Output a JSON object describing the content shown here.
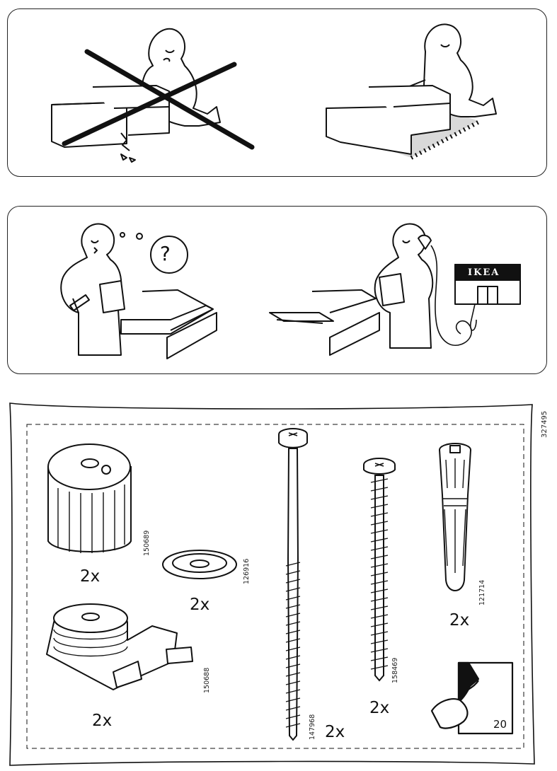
{
  "document_number": "327495",
  "store_sign": "IKEA",
  "question_mark": "?",
  "parts": [
    {
      "id": "cap",
      "part_number": "150689",
      "quantity": "2x"
    },
    {
      "id": "washer",
      "part_number": "126916",
      "quantity": "2x"
    },
    {
      "id": "adjuster",
      "part_number": "150688",
      "quantity": "2x"
    },
    {
      "id": "long-screw",
      "part_number": "147968",
      "quantity": "2x"
    },
    {
      "id": "short-screw",
      "part_number": "158469",
      "quantity": "2x"
    },
    {
      "id": "wall-plug",
      "part_number": "121714",
      "quantity": "2x"
    }
  ],
  "reference_page": "20",
  "colors": {
    "line": "#111111",
    "floor_shadow": "#d9d9d9"
  },
  "icons": [
    "person-icon",
    "cross-icon",
    "carpet-icon",
    "hammer-icon",
    "phone-icon",
    "store-icon",
    "page-reference-icon"
  ]
}
